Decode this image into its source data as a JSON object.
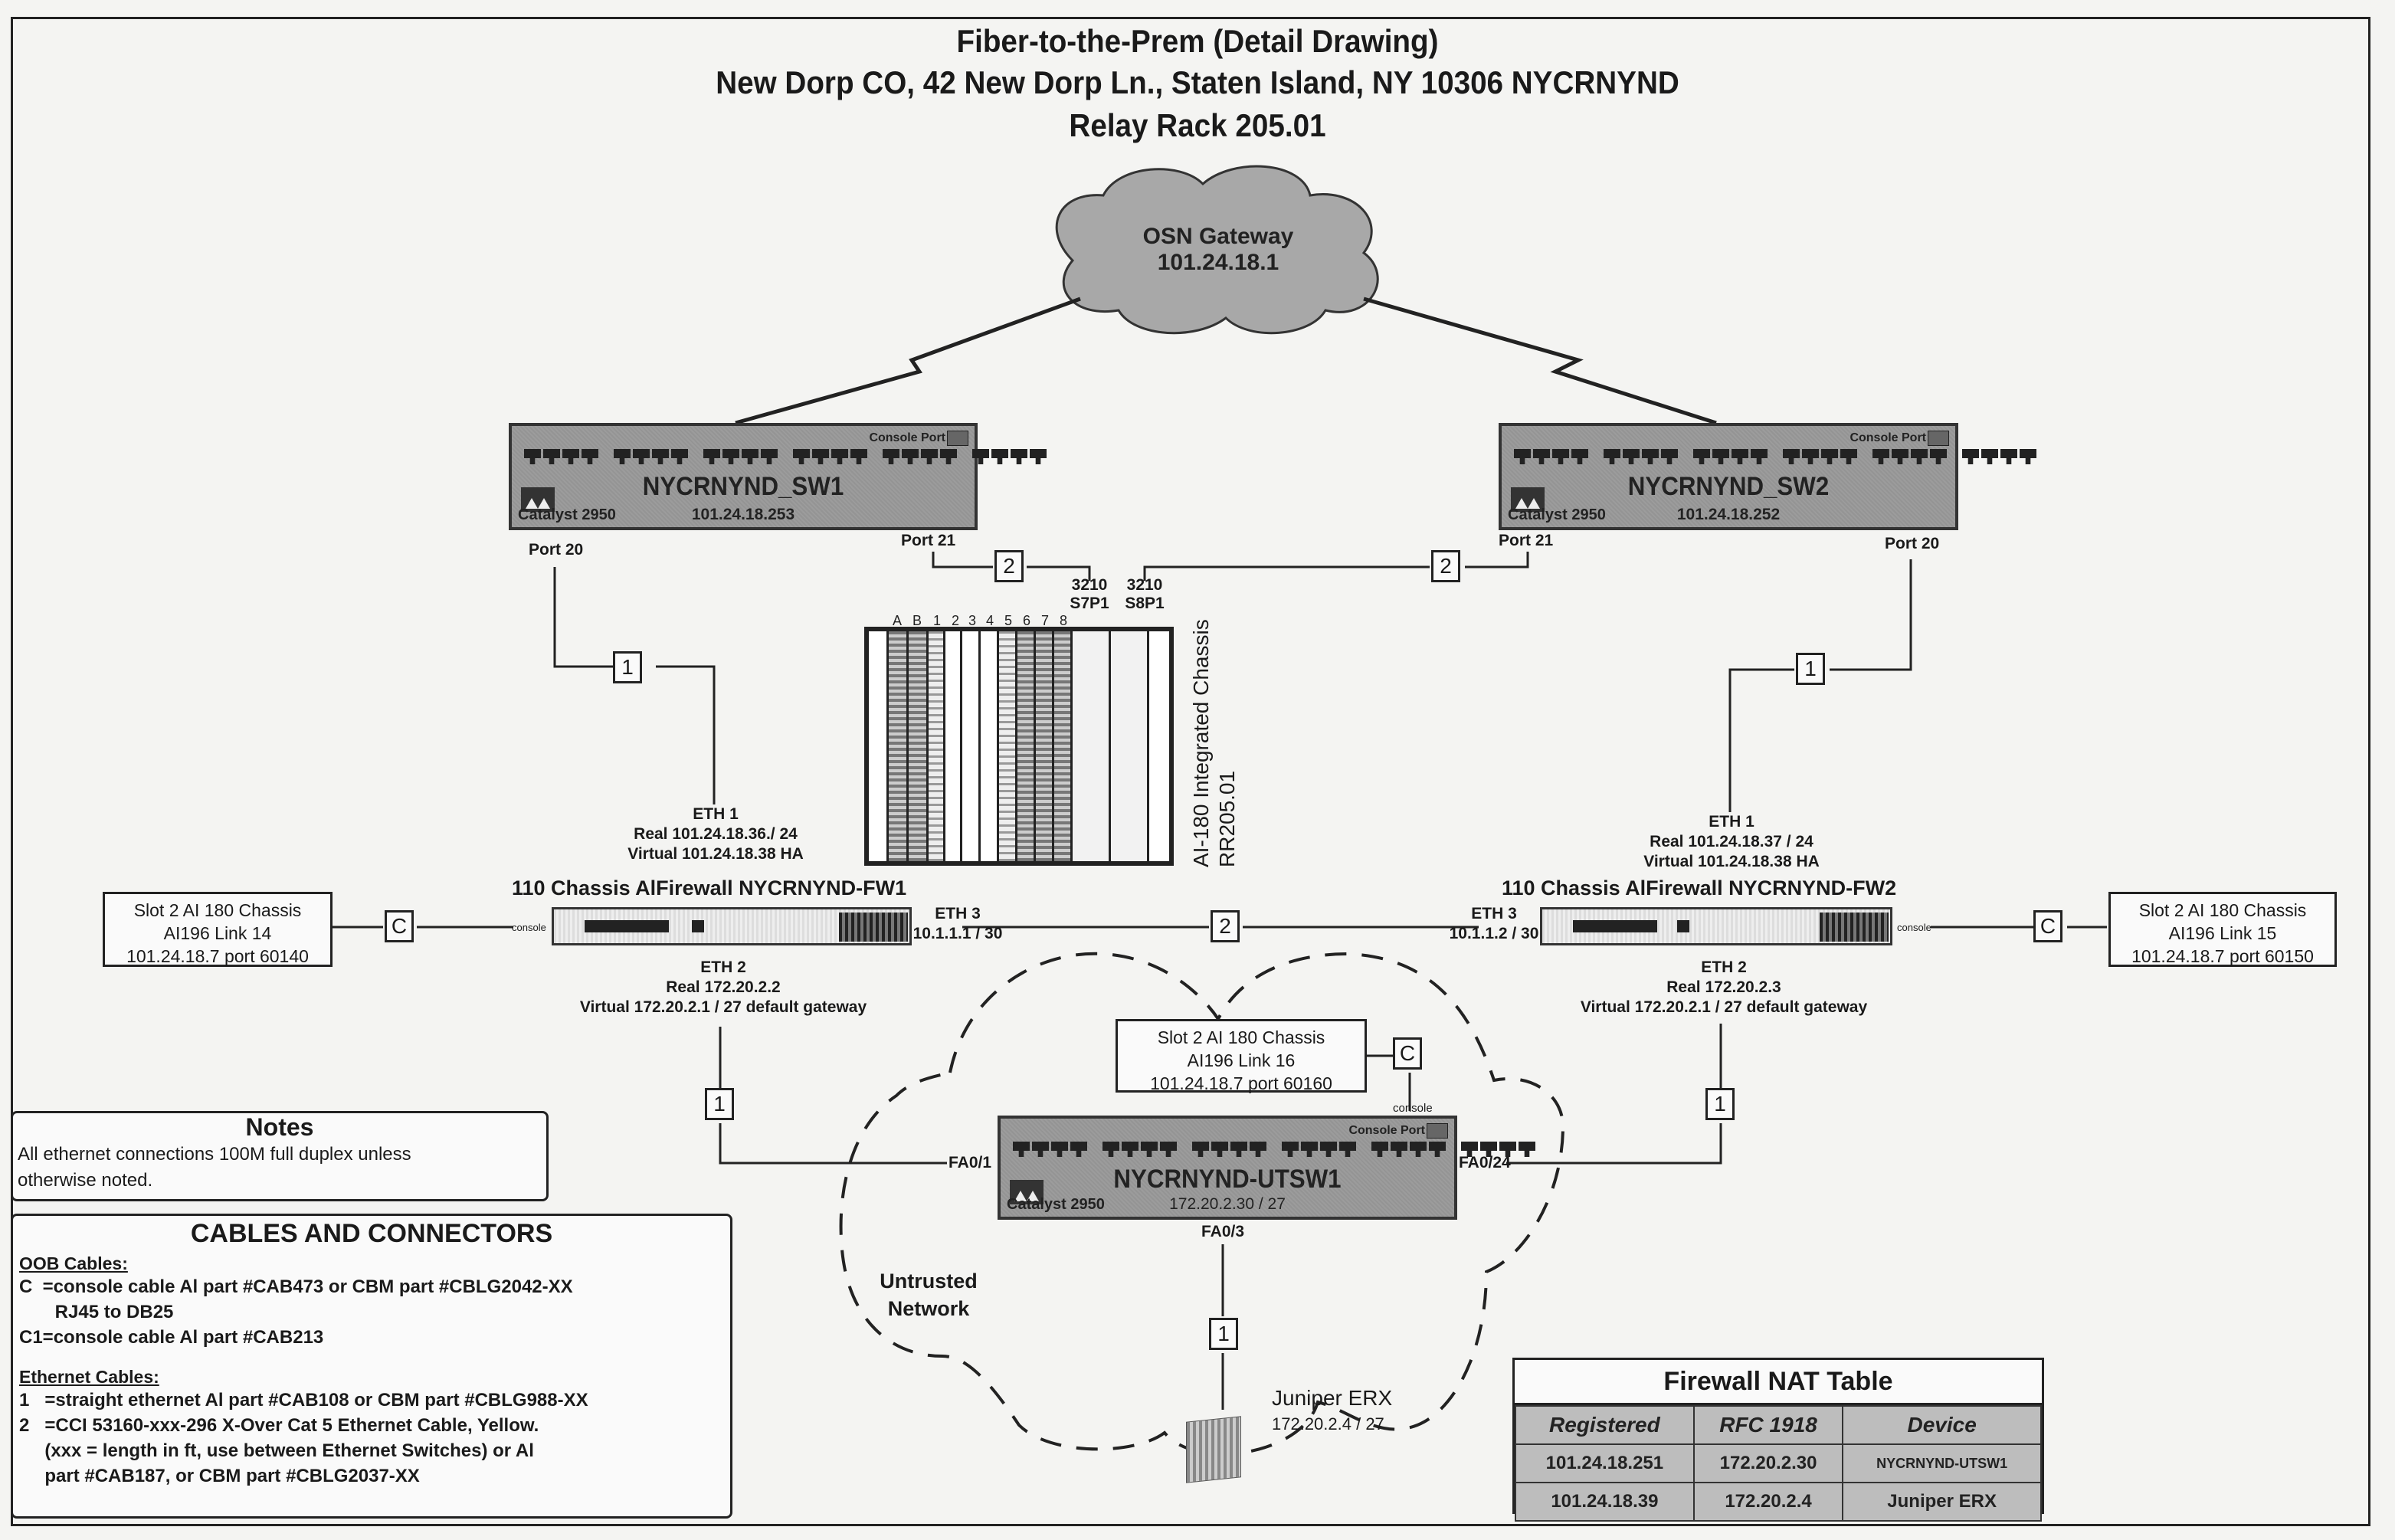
{
  "header": {
    "line1": "Fiber-to-the-Prem (Detail Drawing)",
    "line2": "New Dorp CO,  42 New Dorp Ln., Staten Island, NY 10306 NYCRNYND",
    "line3": "Relay Rack 205.01"
  },
  "gateway": {
    "name": "OSN Gateway",
    "ip": "101.24.18.1"
  },
  "switch_common": {
    "model": "Catalyst 2950",
    "console_port": "Console Port",
    "port_groups": [
      [
        "1",
        "2",
        "3",
        "4"
      ],
      [
        "5",
        "6",
        "7",
        "8"
      ],
      [
        "9",
        "10",
        "11",
        "12"
      ],
      [
        "13",
        "14",
        "15",
        "16"
      ],
      [
        "17",
        "18",
        "19",
        "20"
      ],
      [
        "21",
        "22",
        "23",
        "24"
      ]
    ]
  },
  "sw1": {
    "name": "NYCRNYND_SW1",
    "ip": "101.24.18.253",
    "port_a": "Port 20",
    "port_b": "Port 21"
  },
  "sw2": {
    "name": "NYCRNYND_SW2",
    "ip": "101.24.18.252",
    "port_a": "Port 21",
    "port_b": "Port 20"
  },
  "utsw": {
    "name": "NYCRNYND-UTSW1",
    "ip": "172.20.2.30 / 27",
    "port_left": "FA0/1",
    "port_right": "FA0/24",
    "port_bottom": "FA0/3",
    "console_label": "console"
  },
  "chassis": {
    "title": "AI-180 Integrated Chassis",
    "rack": "RR205.01",
    "slots": [
      "A",
      "B",
      "1",
      "2",
      "3",
      "4",
      "5",
      "6",
      "7",
      "8"
    ],
    "port_left": {
      "line1": "3210",
      "line2": "S7P1"
    },
    "port_right": {
      "line1": "3210",
      "line2": "S8P1"
    }
  },
  "fw1": {
    "title": "110 Chassis AlFirewall NYCRNYND-FW1",
    "eth1": [
      "ETH 1",
      "Real 101.24.18.36./ 24",
      "Virtual 101.24.18.38 HA"
    ],
    "eth2": [
      "ETH 2",
      "Real 172.20.2.2",
      "Virtual 172.20.2.1 / 27  default gateway"
    ],
    "eth3": [
      "ETH 3",
      "10.1.1.1 / 30"
    ],
    "console_label": "console"
  },
  "fw2": {
    "title": "110 Chassis AlFirewall NYCRNYND-FW2",
    "eth1": [
      "ETH 1",
      "Real 101.24.18.37 / 24",
      "Virtual 101.24.18.38 HA"
    ],
    "eth2": [
      "ETH 2",
      "Real 172.20.2.3",
      "Virtual 172.20.2.1 / 27  default gateway"
    ],
    "eth3": [
      "ETH 3",
      "10.1.1.2 / 30"
    ],
    "console_label": "console"
  },
  "console_servers": [
    {
      "lines": [
        "Slot 2 AI 180 Chassis",
        "AI196 Link 14",
        "101.24.18.7 port 60140"
      ]
    },
    {
      "lines": [
        "Slot 2 AI 180 Chassis",
        "AI196 Link 15",
        "101.24.18.7 port 60150"
      ]
    },
    {
      "lines": [
        "Slot 2 AI 180 Chassis",
        "AI196 Link 16",
        "101.24.18.7 port 60160"
      ]
    }
  ],
  "connectors": {
    "console": "C",
    "straight": "1",
    "crossover": "2"
  },
  "untrusted": {
    "line1": "Untrusted",
    "line2": "Network"
  },
  "juniper": {
    "name": "Juniper ERX",
    "ip": "172.20.2.4 / 27"
  },
  "notes": {
    "title": "Notes",
    "line1": "All   ethernet connections 100M full duplex unless",
    "line2": "otherwise noted."
  },
  "cables": {
    "title": "CABLES AND CONNECTORS",
    "oob_heading": "OOB Cables:",
    "oob": [
      "C  =console cable Al part #CAB473 or CBM part #CBLG2042-XX",
      "       RJ45 to DB25",
      "C1=console cable Al part #CAB213"
    ],
    "eth_heading": "Ethernet Cables:",
    "eth": [
      "1   =straight ethernet Al part #CAB108 or CBM part #CBLG988-XX",
      "2   =CCI 53160-xxx-296 X-Over Cat 5 Ethernet Cable, Yellow.",
      "     (xxx = length in ft, use between Ethernet Switches) or Al",
      "     part #CAB187, or CBM part #CBLG2037-XX"
    ]
  },
  "nat_table": {
    "title": "Firewall NAT Table",
    "columns": [
      "Registered",
      "RFC 1918",
      "Device"
    ],
    "rows": [
      [
        "101.24.18.251",
        "172.20.2.30",
        "NYCRNYND-UTSW1"
      ],
      [
        "101.24.18.39",
        "172.20.2.4",
        "Juniper ERX"
      ]
    ]
  }
}
